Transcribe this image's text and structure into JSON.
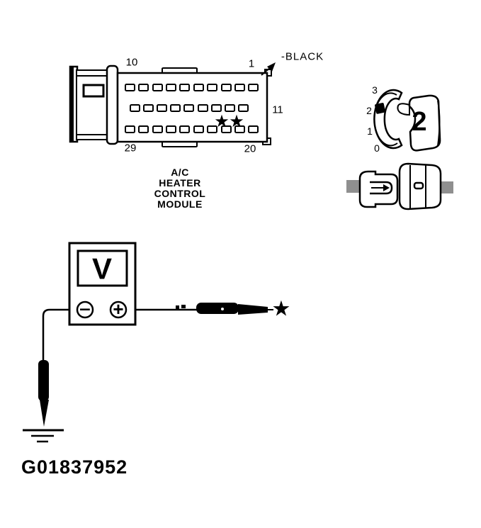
{
  "figure_id": "G01837952",
  "module": {
    "caption": [
      "A/C",
      "HEATER",
      "CONTROL",
      "MODULE"
    ],
    "pins": {
      "top_left": "10",
      "top_right": "1",
      "middle_right": "11",
      "bottom_left": "29",
      "bottom_right": "20"
    },
    "wire_label": "-BLACK",
    "pin_rows": [
      10,
      9,
      10
    ]
  },
  "knob": {
    "scale": [
      "3",
      "2",
      "1",
      "0"
    ],
    "button": "2"
  },
  "meter": {
    "display": "V",
    "neg": "−",
    "pos": "+"
  },
  "symbols": {
    "star": "★"
  },
  "colors": {
    "ink": "#000000",
    "paper": "#ffffff",
    "wire_gray": "#8f8f8f"
  }
}
